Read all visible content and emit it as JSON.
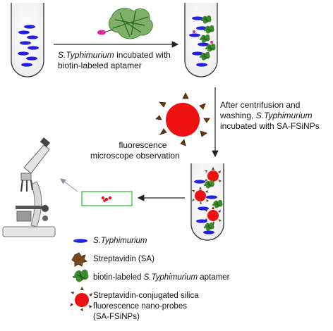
{
  "steps": {
    "step1": {
      "organism": "S.Typhimurium",
      "line1_rest": " incubated with",
      "line2": "biotin-labeled aptamer"
    },
    "step2": {
      "line1": "After centrifusion and",
      "line2_pre": "washing, ",
      "organism": "S.Typhimurium",
      "line3": "incubated with SA-FSiNPs"
    },
    "step3": {
      "line1": "fluorescence",
      "line2": "microscope observation"
    }
  },
  "legend": {
    "bacterium": {
      "label": "S.Typhimurium",
      "icon": "bacterium-icon"
    },
    "streptavidin": {
      "label": "Streptavidin (SA)",
      "icon": "streptavidin-icon"
    },
    "aptamer": {
      "label_pre": "biotin-labeled ",
      "organism": "S.Typhimurium",
      "label_post": " aptamer",
      "icon": "aptamer-icon"
    },
    "nanoprobe": {
      "line1": "Streptavidin-conjugated silica",
      "line2": "fluorescence nano-probes",
      "line3": "(SA-FSiNPs)",
      "icon": "nanoprobe-icon"
    }
  },
  "colors": {
    "bacterium": "#2222dd",
    "aptamer": "#3f8a2f",
    "nanoprobe": "#ee1111",
    "streptavidin": "#7a4a1e",
    "slide_border": "#22bb22",
    "arrow": "#222222"
  }
}
